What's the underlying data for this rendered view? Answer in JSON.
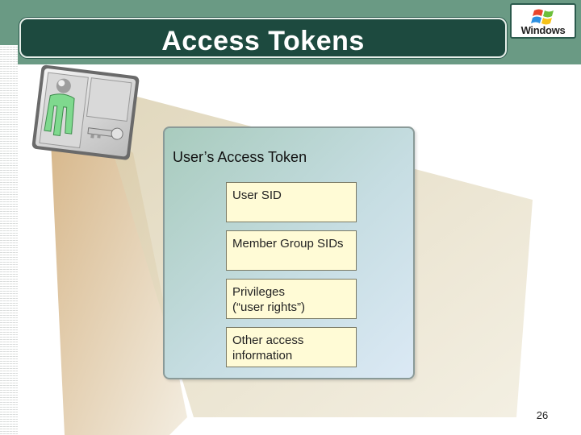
{
  "slide": {
    "title": "Access Tokens",
    "page_number": "26",
    "colors": {
      "header": "#6a9a84",
      "title_bar": "#1d4a3f",
      "field_fill": "#fffbd6"
    }
  },
  "logo": {
    "word": "Windows"
  },
  "token": {
    "title": "User’s Access Token",
    "fields": [
      {
        "line1": "User SID",
        "line2": ""
      },
      {
        "line1": "Member Group SIDs",
        "line2": ""
      },
      {
        "line1": "Privileges",
        "line2": "(“user rights”)"
      },
      {
        "line1": "Other access",
        "line2": "information"
      }
    ]
  },
  "illustration": {
    "icons": [
      "user-icon",
      "key-icon",
      "id-card-icon"
    ]
  }
}
